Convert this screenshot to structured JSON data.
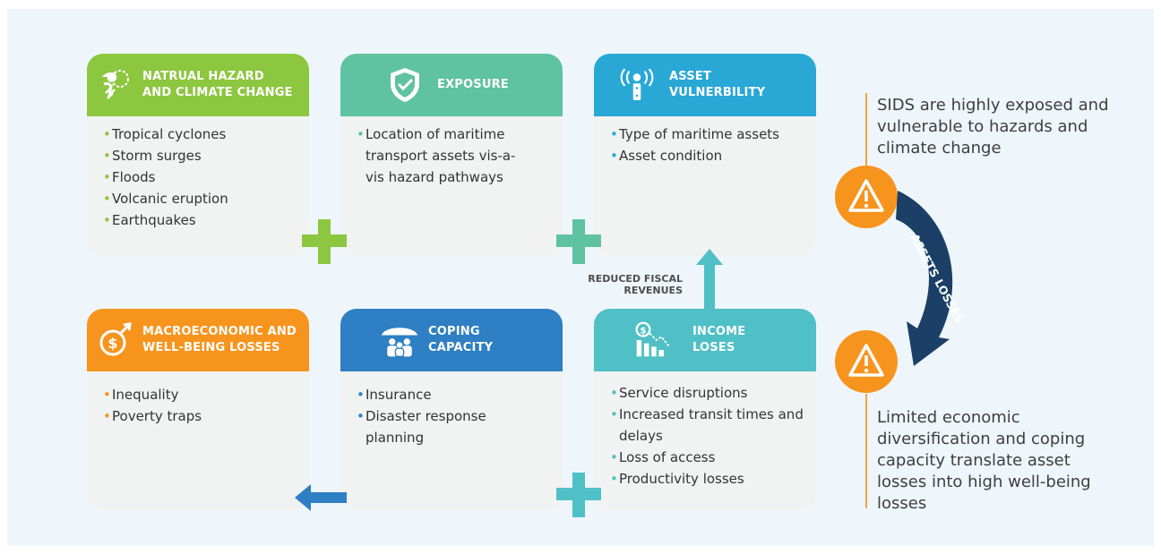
{
  "cards": {
    "hazard": {
      "title": "NATRUAL HAZARD\nAND CLIMATE CHANGE",
      "color": "#8dc63f",
      "items": [
        "Tropical cyclones",
        "Storm surges",
        "Floods",
        "Volcanic eruption",
        "Earthquakes"
      ]
    },
    "exposure": {
      "title": "EXPOSURE",
      "color": "#5fc2a0",
      "items": [
        "Location of maritime transport assets vis-a-vis hazard pathways"
      ]
    },
    "vulnerability": {
      "title": "ASSET\nVULNERBILITY",
      "color": "#29a8d6",
      "items": [
        "Type of maritime assets",
        "Asset condition"
      ]
    },
    "macro": {
      "title": "MACROECONOMIC AND\nWELL-BEING LOSSES",
      "color": "#f7941d",
      "items": [
        "Inequality",
        "Poverty traps"
      ]
    },
    "coping": {
      "title": "COPING\nCAPACITY",
      "color": "#2e7fc3",
      "items": [
        "Insurance",
        "Disaster response planning"
      ]
    },
    "income": {
      "title": "INCOME\nLOSES",
      "color": "#4fc0c5",
      "items": [
        "Service disruptions",
        "Increased transit times and delays",
        "Loss of access",
        "Productivity losses"
      ]
    }
  },
  "arrow_label": "REDUCED FISCAL\nREVENUES",
  "curved_label": "ASSETS LOSSES",
  "side_top": "SIDS are highly exposed and vulnerable to hazards and climate change",
  "side_bottom": "Limited economic diversification and coping capacity translate asset losses into high well-being losses",
  "bullet": "•"
}
